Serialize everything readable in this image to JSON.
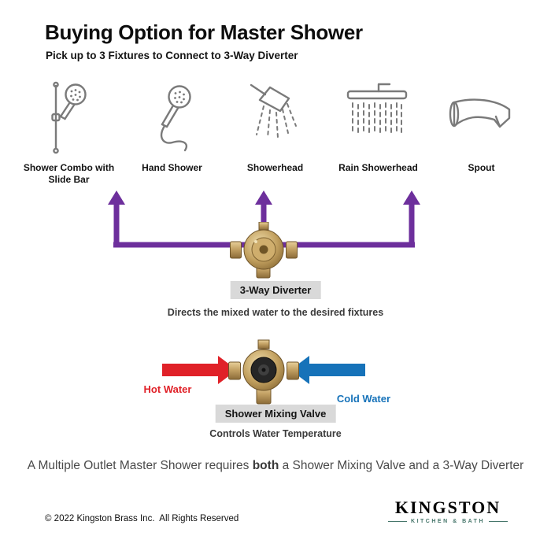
{
  "header": {
    "title": "Buying Option for Master Shower",
    "subtitle": "Pick up to 3 Fixtures to Connect to 3-Way Diverter"
  },
  "fixtures": [
    {
      "label": "Shower Combo with Slide Bar",
      "icon": "shower-combo-slide-bar-icon"
    },
    {
      "label": "Hand Shower",
      "icon": "hand-shower-icon"
    },
    {
      "label": "Showerhead",
      "icon": "showerhead-icon"
    },
    {
      "label": "Rain Showerhead",
      "icon": "rain-showerhead-icon"
    },
    {
      "label": "Spout",
      "icon": "spout-icon"
    }
  ],
  "diverter": {
    "label": "3-Way Diverter",
    "caption": "Directs the mixed water to the desired fixtures"
  },
  "mixing_valve": {
    "label": "Shower Mixing Valve",
    "caption": "Controls Water Temperature",
    "hot_water_label": "Hot Water",
    "cold_water_label": "Cold Water"
  },
  "note": {
    "prefix": "A Multiple Outlet Master Shower requires ",
    "bold": "both",
    "suffix": " a Shower Mixing Valve and a 3-Way Diverter"
  },
  "footer": {
    "copyright": "© 2022 Kingston Brass Inc.  All Rights Reserved",
    "brand_name": "KINGSTON",
    "brand_tagline": "KITCHEN & BATH"
  },
  "colors": {
    "arrow_purple": "#6d2f9c",
    "hot_red": "#e02128",
    "cold_blue": "#1672b9",
    "label_bg": "#d9d9d9",
    "brass": "#bd9a5d"
  }
}
